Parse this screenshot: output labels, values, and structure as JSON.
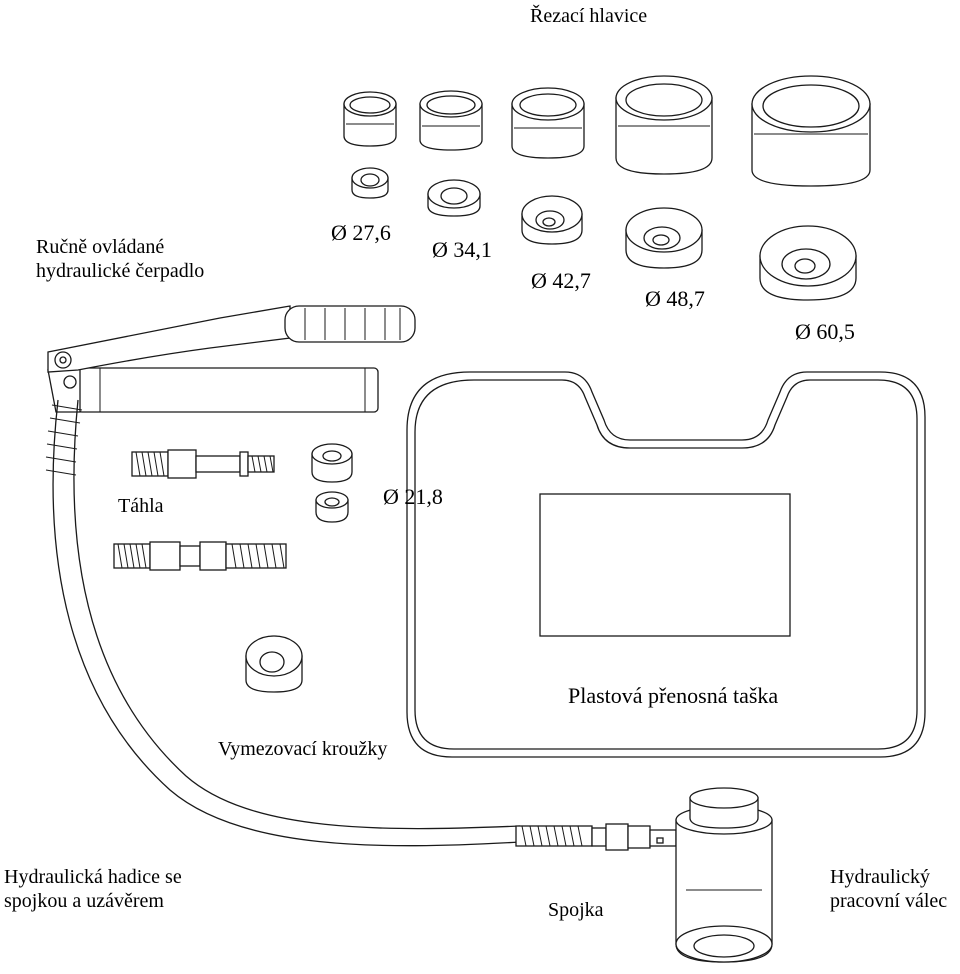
{
  "labels": {
    "cutting_heads": "Řezací hlavice",
    "pump_line1": "Ručně ovládané",
    "pump_line2": "hydraulické čerpadlo",
    "d276": "Ø 27,6",
    "d341": "Ø 34,1",
    "d427": "Ø 42,7",
    "d487": "Ø 48,7",
    "d605": "Ø 60,5",
    "rods": "Táhla",
    "d218": "Ø 21,8",
    "case": "Plastová přenosná taška",
    "spacer": "Vymezovací kroužky",
    "hose_line1": "Hydraulická hadice se",
    "hose_line2": "spojkou a uzávěrem",
    "coupling": "Spojka",
    "cylinder_line1": "Hydraulický",
    "cylinder_line2": "pracovní válec"
  }
}
